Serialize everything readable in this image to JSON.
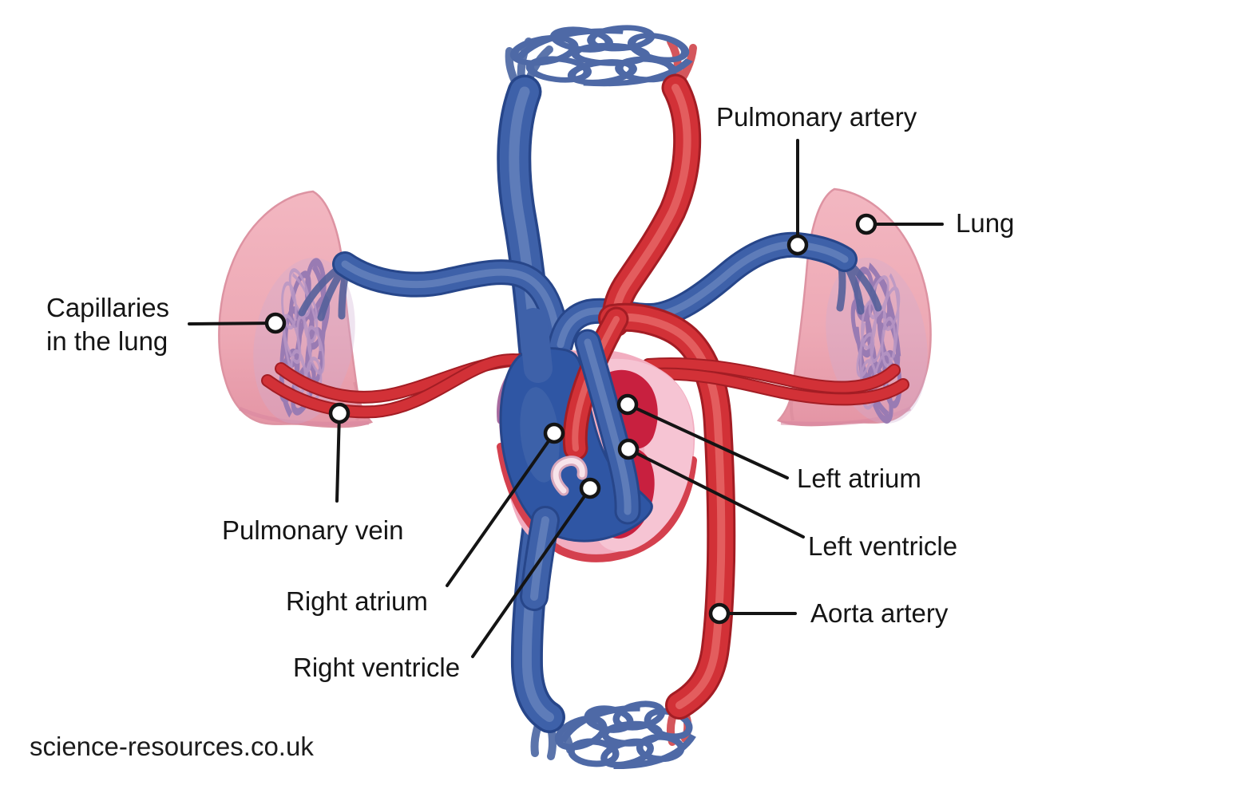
{
  "labels": {
    "pulmonary_artery": "Pulmonary artery",
    "lung": "Lung",
    "capillaries_line1": "Capillaries",
    "capillaries_line2": "in the lung",
    "pulmonary_vein": "Pulmonary vein",
    "right_atrium": "Right atrium",
    "right_ventricle": "Right ventricle",
    "left_atrium": "Left atrium",
    "left_ventricle": "Left ventricle",
    "aorta_artery": "Aorta artery"
  },
  "watermark": "science-resources.co.uk",
  "colors": {
    "background": "#ffffff",
    "artery_red": "#d23137",
    "artery_red_dark": "#a31d24",
    "vein_blue": "#3e61a9",
    "vein_blue_dark": "#27468a",
    "lung_pink": "#eeaab6",
    "lung_edge_pink": "#dd93a2",
    "capillary_purple": "#9d80ba",
    "heart_outer_pink": "#f2adc0",
    "heart_inner_pink": "#f6c4d3",
    "heart_chamber_red": "#c8203f",
    "heart_chamber_blue": "#2f56a4",
    "heart_rim_mauve": "#a86b9f",
    "label_text": "#151515"
  }
}
